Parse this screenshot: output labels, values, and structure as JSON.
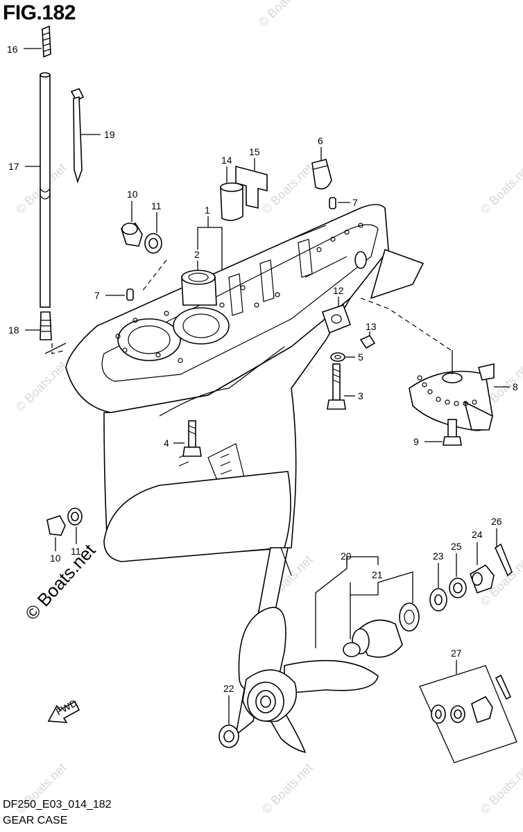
{
  "figure": {
    "title": "FIG.182",
    "code": "DF250_E03_014_182",
    "name": "GEAR CASE"
  },
  "watermark": {
    "text": "© Boats.net"
  },
  "arrow": {
    "label": "FWD"
  },
  "callouts": [
    "16",
    "17",
    "18",
    "19",
    "14",
    "15",
    "6",
    "7",
    "1",
    "2",
    "10",
    "11",
    "7",
    "12",
    "13",
    "5",
    "3",
    "8",
    "9",
    "4",
    "10",
    "11",
    "20",
    "21",
    "23",
    "25",
    "24",
    "26",
    "22",
    "27"
  ]
}
